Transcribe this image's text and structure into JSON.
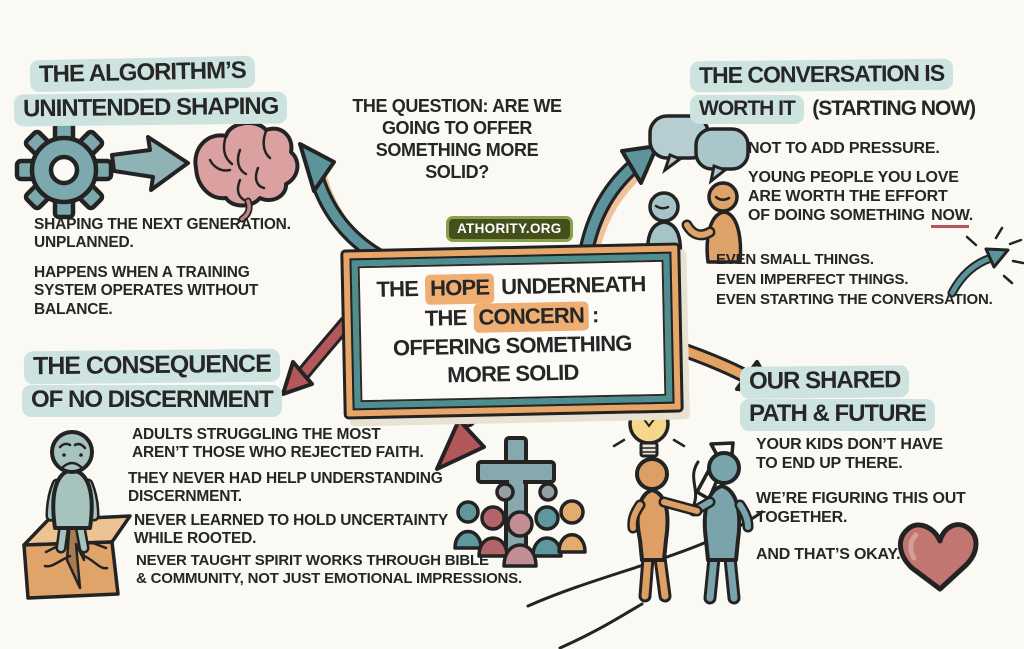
{
  "colors": {
    "paper": "#fbf9f4",
    "ink": "#262626",
    "teal_highlight": "#cde3e0",
    "teal_arrow": "#5d949c",
    "orange": "#e2a263",
    "maroon_red": "#b2585a",
    "brain_pink": "#dba1a1",
    "heart_red": "#c17672",
    "bulb_yellow": "#f4d78b",
    "badge_bg_green": "#454f1c",
    "badge_border_green": "#87a04b",
    "box_frame_teal": "#4f8e8e",
    "box_frame_orange": "#e7a667"
  },
  "badge": {
    "label": "ATHORITY.ORG"
  },
  "question": {
    "lines": "THE QUESTION:\nARE WE GOING TO\nOFFER SOMETHING\nMORE SOLID?"
  },
  "center_box": {
    "l1a": "THE",
    "l1b": "HOPE",
    "l1c": "UNDERNEATH",
    "l2a": "THE",
    "l2b": "CONCERN",
    "l2c": ":",
    "l3": "OFFERING SOMETHING",
    "l4": "MORE SOLID"
  },
  "algorithm": {
    "title1": "THE ALGORITHM’S",
    "title2": "UNINTENDED SHAPING",
    "para1": "SHAPING THE NEXT GENERATION.\nUNPLANNED.",
    "para2": "HAPPENS WHEN A TRAINING\nSYSTEM OPERATES WITHOUT\nBALANCE."
  },
  "conversation": {
    "title1": "THE CONVERSATION IS",
    "title2_hl": "WORTH IT",
    "title2_rest": "(STARTING NOW)",
    "p1": "NOT TO ADD PRESSURE.",
    "p2_l1": "YOUNG PEOPLE YOU LOVE",
    "p2_l2": "ARE WORTH THE EFFORT",
    "p2_l3a": "OF DOING SOMETHING",
    "p2_now": "NOW",
    "p2_period": ".",
    "p3": "EVEN SMALL THINGS.\nEVEN IMPERFECT THINGS.\nEVEN STARTING THE CONVERSATION."
  },
  "consequence": {
    "title1": "THE CONSEQUENCE",
    "title2": "OF NO DISCERNMENT",
    "p1": "ADULTS STRUGGLING THE MOST\nAREN’T THOSE WHO REJECTED FAITH.",
    "p2": "THEY NEVER HAD HELP UNDERSTANDING\nDISCERNMENT.",
    "p3": "NEVER LEARNED TO HOLD UNCERTAINTY\nWHILE ROOTED.",
    "p4": "NEVER TAUGHT SPIRIT WORKS THROUGH BIBLE\n& COMMUNITY, NOT JUST EMOTIONAL IMPRESSIONS."
  },
  "shared_path": {
    "title1": "OUR SHARED",
    "title2": "PATH & FUTURE",
    "p1": "YOUR KIDS DON’T HAVE\nTO END UP THERE.",
    "p2": "WE’RE FIGURING THIS OUT\nTOGETHER.",
    "p3": "AND THAT’S OKAY."
  },
  "icons": [
    "gear-icon",
    "arrow-right-icon",
    "brain-icon",
    "speech-bubbles-icon",
    "talking-people-icon",
    "sparkle-arrow-icon",
    "sad-person-icon",
    "cracked-box-icon",
    "cross-icon",
    "congregation-icon",
    "lightbulb-icon",
    "handshake-people-icon",
    "up-arrow-icon",
    "path-lines-icon",
    "heart-icon",
    "curved-arrow-up-left-icon",
    "curved-arrow-up-right-icon",
    "curved-arrow-down-left-icon",
    "curved-arrow-down-right-icon",
    "jagged-arrow-down-icon"
  ]
}
